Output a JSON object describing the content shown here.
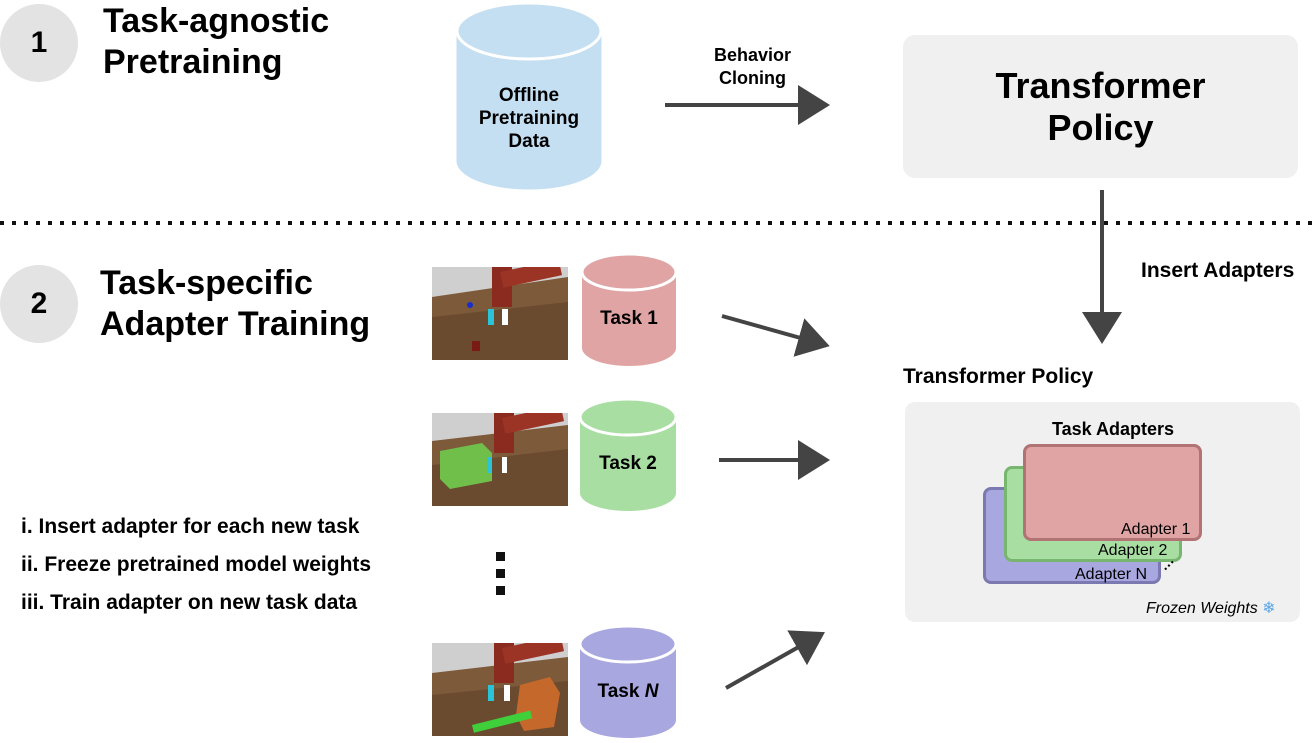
{
  "stage1": {
    "number": "1",
    "title_line1": "Task-agnostic",
    "title_line2": "Pretraining"
  },
  "stage2": {
    "number": "2",
    "title_line1": "Task-specific",
    "title_line2": "Adapter Training"
  },
  "pretrain_data": {
    "line1": "Offline",
    "line2": "Pretraining",
    "line3": "Data"
  },
  "behavior_cloning": {
    "line1": "Behavior",
    "line2": "Cloning"
  },
  "transformer_box": {
    "line1": "Transformer",
    "line2": "Policy"
  },
  "insert_adapters_label": "Insert Adapters",
  "tasks": [
    {
      "label": "Task 1",
      "color": "#e0a4a4"
    },
    {
      "label": "Task 2",
      "color": "#a9dea3"
    },
    {
      "label_prefix": "Task ",
      "label_italic": "N",
      "color": "#a9a7e0"
    }
  ],
  "steps": [
    "i. Insert adapter for each new task",
    "ii. Freeze pretrained model weights",
    "iii. Train adapter on new task data"
  ],
  "policy_panel": {
    "title": "Transformer Policy",
    "adapters_title": "Task Adapters",
    "adapters": [
      "Adapter 1",
      "Adapter 2",
      "Adapter N"
    ],
    "frozen_label": "Frozen Weights"
  },
  "colors": {
    "pretrain_cylinder": "#c4dff2",
    "arrow": "#444444",
    "panel_bg": "#f0f0f0",
    "adapter1": "#e0a4a4",
    "adapter2": "#a9dea3",
    "adapterN": "#a9a7e0"
  },
  "icons": [
    "snowflake-icon",
    "database-icon",
    "robot-scene-image"
  ]
}
